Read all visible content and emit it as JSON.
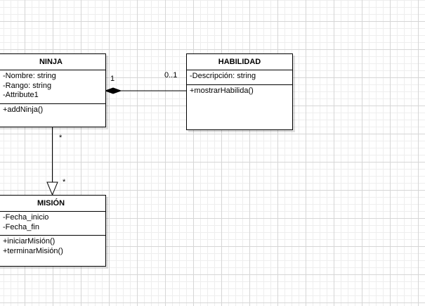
{
  "classes": {
    "ninja": {
      "name": "NINJA",
      "attributes": [
        "-Nombre: string",
        "-Rango: string",
        "-Attribute1"
      ],
      "operations": [
        "+addNinja()"
      ]
    },
    "habilidad": {
      "name": "HABILIDAD",
      "attributes": [
        "-Descripción: string"
      ],
      "operations": [
        "+mostrarHabilida()"
      ]
    },
    "mision": {
      "name": "MISIÓN",
      "attributes": [
        "-Fecha_inicio",
        "-Fecha_fin"
      ],
      "operations": [
        "+iniciarMisión()",
        "+terminarMisión()"
      ]
    }
  },
  "relations": {
    "ninja_habilidad": {
      "type": "composition",
      "source_multiplicity": "1",
      "target_multiplicity": "0..1"
    },
    "ninja_mision": {
      "type": "generalization",
      "source_multiplicity": "*",
      "target_multiplicity": "*"
    }
  }
}
